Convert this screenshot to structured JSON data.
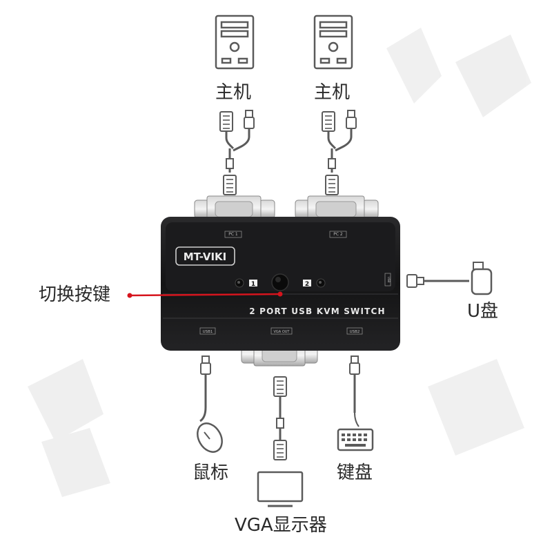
{
  "labels": {
    "host_1": "主机",
    "host_2": "主机",
    "switch_button": "切换按键",
    "usb_drive": "U盘",
    "mouse": "鼠标",
    "keyboard": "键盘",
    "monitor": "VGA显示器"
  },
  "device": {
    "brand": "MT-VIKI",
    "model_text": "2 PORT USB KVM SWITCH",
    "port_pc1": "PC 1",
    "port_pc2": "PC 2",
    "port_usb1": "USB1",
    "port_vga_out": "VGA OUT",
    "port_usb2": "USB2",
    "port_side_usb": "USB",
    "led_1": "1",
    "led_2": "2"
  },
  "colors": {
    "device_body": "#1d1d1f",
    "accent_line": "#d6141d",
    "icon_stroke": "#5a5a5a",
    "text": "#2a2a2a"
  }
}
